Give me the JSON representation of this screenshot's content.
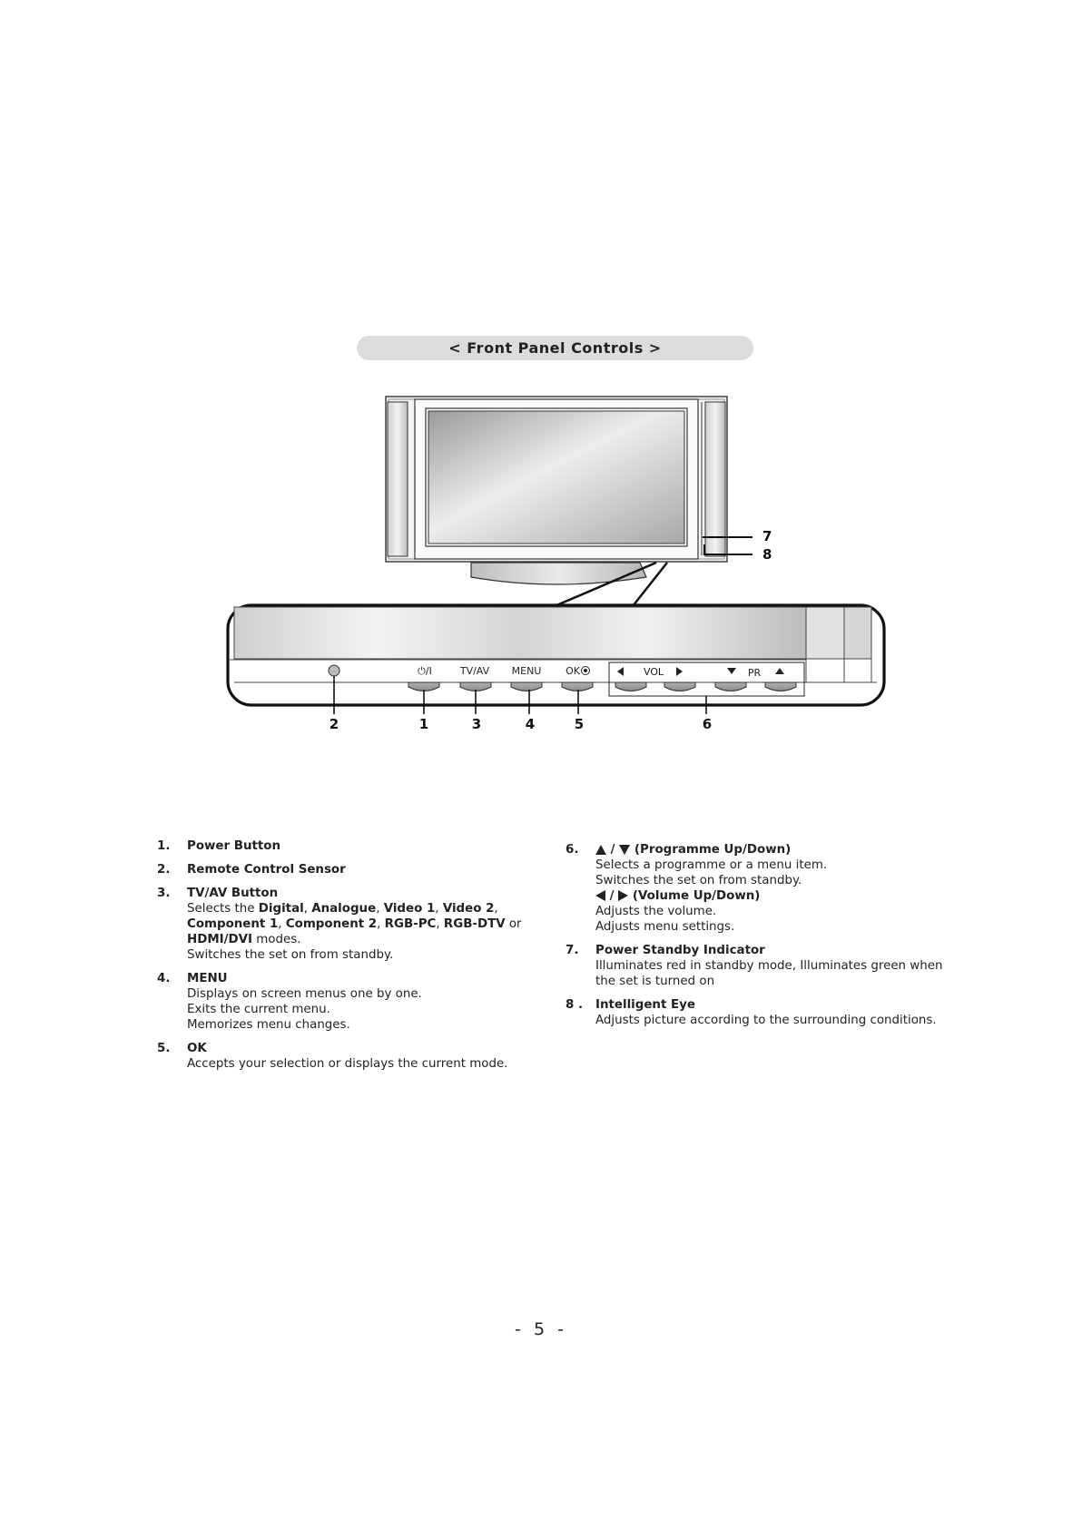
{
  "title": "< Front Panel Controls >",
  "callouts": {
    "c1": "1",
    "c2": "2",
    "c3": "3",
    "c4": "4",
    "c5": "5",
    "c6": "6",
    "c7": "7",
    "c8": "8"
  },
  "panel_labels": {
    "power": "⏻/I",
    "tvav": "TV/AV",
    "menu": "MENU",
    "ok": "OK",
    "vol": "VOL",
    "pr": "PR"
  },
  "items_left": {
    "i1": {
      "num": "1.",
      "head": "Power Button"
    },
    "i2": {
      "num": "2.",
      "head": "Remote Control Sensor"
    },
    "i3": {
      "num": "3.",
      "head": "TV/AV Button",
      "t_selects": "Selects the",
      "digital": "Digital",
      "sep1": ",",
      "analogue": "Analogue",
      "sep2": ",",
      "video1": "Video 1",
      "sep3": ",",
      "video2": "Video 2",
      "sep4": ",",
      "component1": "Component 1",
      "sep5": ",",
      "component2": "Component 2",
      "sep6": ",",
      "rgbpc": "RGB-PC",
      "sep7": ",",
      "rgbdtv": "RGB-DTV",
      "t_or": "or",
      "hdmi": "HDMI/DVI",
      "t_modes": "modes.",
      "line2": "Switches the set on from standby."
    },
    "i4": {
      "num": "4.",
      "head": "MENU",
      "l1": "Displays on screen menus one by one.",
      "l2": "Exits the current menu.",
      "l3": "Memorizes menu changes."
    },
    "i5": {
      "num": "5.",
      "head": "OK",
      "l1": "Accepts your selection or displays the current mode."
    }
  },
  "items_right": {
    "i6": {
      "num": "6.",
      "slash": "/",
      "head_prog": "(Programme Up/Down)",
      "l1": "Selects a programme or a menu item.",
      "l2": "Switches the set on from standby.",
      "head_vol": "(Volume Up/Down)",
      "l3": "Adjusts the volume.",
      "l4": "Adjusts menu settings."
    },
    "i7": {
      "num": "7.",
      "head": "Power Standby Indicator",
      "l1": "Illuminates red in standby mode, Illuminates green when the set is turned on"
    },
    "i8": {
      "num": "8 .",
      "head": "Intelligent Eye",
      "l1": "Adjusts picture according to the surrounding conditions."
    }
  },
  "page_number": "- 5 -",
  "colors": {
    "ink": "#222222",
    "pill": "#dcdcdc"
  }
}
